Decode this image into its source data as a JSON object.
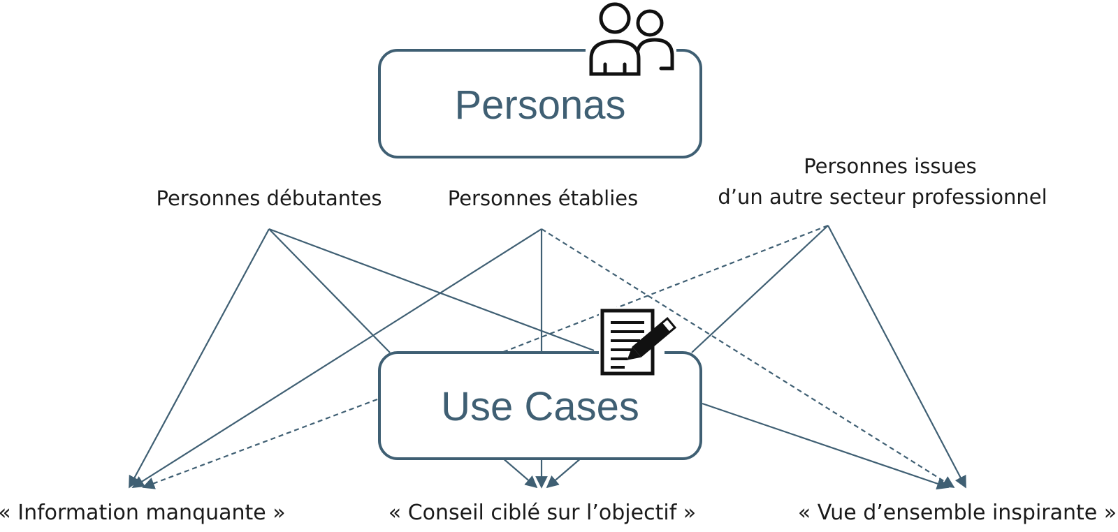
{
  "diagram": {
    "top_box": {
      "label": "Personas",
      "icon": "users-icon"
    },
    "bottom_box": {
      "label": "Use Cases",
      "icon": "document-edit-icon"
    },
    "persona_groups": [
      {
        "id": "debutantes",
        "label_lines": [
          "Personnes débutantes"
        ]
      },
      {
        "id": "etablies",
        "label_lines": [
          "Personnes établies"
        ]
      },
      {
        "id": "autre_secteur",
        "label_lines": [
          "Personnes issues",
          "d’un autre secteur professionnel"
        ]
      }
    ],
    "outcomes": [
      {
        "id": "information",
        "label": "« Information manquante »"
      },
      {
        "id": "conseil",
        "label": "« Conseil ciblé sur l’objectif »"
      },
      {
        "id": "vue",
        "label": "« Vue d’ensemble inspirante »"
      }
    ],
    "colors": {
      "line": "#3f5f73",
      "box_border": "#3f5f73",
      "box_text": "#3f5f73",
      "text": "#1a1a1a"
    }
  }
}
